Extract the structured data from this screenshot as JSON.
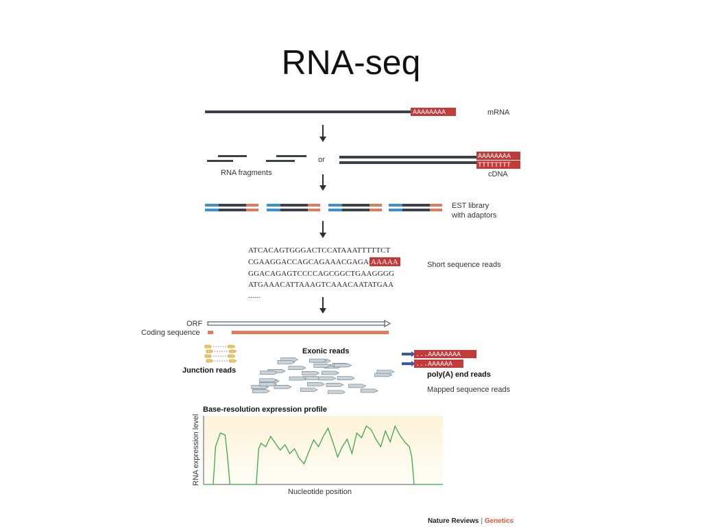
{
  "slide": {
    "title": "RNA-seq"
  },
  "colors": {
    "strand": "#3a4148",
    "polyA": "#c23a3a",
    "adaptor_left": "#3c8fd0",
    "adaptor_right": "#e07b5e",
    "coding": "#e07b5e",
    "profile_line": "#3aa84a",
    "arrow": "#2a2f36",
    "read": "#c9d2d8",
    "journal_accent": "#e0573b"
  },
  "steps": {
    "mrna": {
      "polyA": "AAAAAAAA",
      "label": "mRNA"
    },
    "fragmentation": {
      "fragments_label": "RNA fragments",
      "or_label": "or",
      "cdna_top": "AAAAAAAA",
      "cdna_bottom": "TTTTTTTT",
      "cdna_label": "cDNA"
    },
    "library": {
      "label_line1": "EST library",
      "label_line2": "with adaptors"
    },
    "reads": {
      "sequences": [
        {
          "text": "ATCACAGTGGGACTCCATAAATTTTTCT",
          "highlight": ""
        },
        {
          "text": "CGAAGGACCAGCAGAAACGAGAG",
          "highlight": "AAAAA"
        },
        {
          "text": "GGACAGAGTCCCCAGCGGCTGAAGGGG",
          "highlight": ""
        },
        {
          "text": "ATGAAACATTAAAGTCAAACAATATGAA",
          "highlight": ""
        }
      ],
      "ellipsis": "......",
      "label": "Short sequence reads"
    },
    "mapping": {
      "orf_label": "ORF",
      "coding_label": "Coding sequence",
      "exonic_label": "Exonic reads",
      "junction_label": "Junction reads",
      "polya_reads": [
        "...AAAAAAAA",
        "...AAAAAA"
      ],
      "polya_label": "poly(A) end reads",
      "mapped_label": "Mapped sequence reads"
    }
  },
  "chart_data": {
    "type": "area",
    "title": "Base-resolution expression profile",
    "xlabel": "Nucleotide position",
    "ylabel": "RNA expression level",
    "grid": false,
    "x": [
      0.0,
      0.04,
      0.05,
      0.07,
      0.09,
      0.1,
      0.11,
      0.22,
      0.23,
      0.24,
      0.26,
      0.28,
      0.3,
      0.32,
      0.34,
      0.36,
      0.38,
      0.4,
      0.42,
      0.44,
      0.46,
      0.48,
      0.5,
      0.52,
      0.54,
      0.56,
      0.58,
      0.6,
      0.62,
      0.64,
      0.66,
      0.68,
      0.7,
      0.72,
      0.74,
      0.76,
      0.78,
      0.8,
      0.82,
      0.84,
      0.86,
      0.87,
      0.88,
      1.0
    ],
    "values": [
      0.0,
      0.0,
      0.55,
      0.75,
      0.72,
      0.4,
      0.0,
      0.0,
      0.52,
      0.6,
      0.55,
      0.7,
      0.6,
      0.5,
      0.58,
      0.45,
      0.52,
      0.38,
      0.3,
      0.48,
      0.65,
      0.55,
      0.7,
      0.82,
      0.62,
      0.4,
      0.55,
      0.66,
      0.45,
      0.75,
      0.68,
      0.85,
      0.8,
      0.66,
      0.55,
      0.78,
      0.62,
      0.85,
      0.72,
      0.62,
      0.55,
      0.4,
      0.0,
      0.0
    ],
    "xlim": [
      0,
      1
    ],
    "ylim": [
      0,
      1
    ]
  },
  "credit": {
    "journal": "Nature Reviews",
    "separator": " | ",
    "section": "Genetics"
  }
}
